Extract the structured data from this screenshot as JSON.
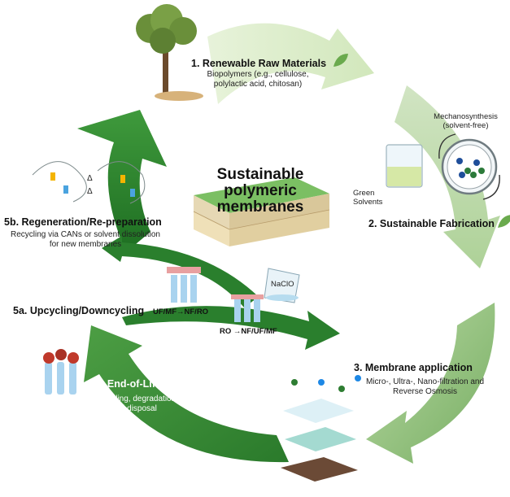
{
  "center": {
    "title": "Sustainable polymeric membranes"
  },
  "steps": {
    "raw": {
      "title": "1.  Renewable Raw Materials",
      "desc": "Biopolymers (e.g., cellulose, polylactic acid, chitosan)"
    },
    "fab": {
      "title": "2. Sustainable Fabrication",
      "mech": "Mechanosynthesis (solvent-free)",
      "solvents": "Green Solvents"
    },
    "app": {
      "title": "3. Membrane application",
      "desc": "Micro-, Ultra-, Nano-filtration and Reverse Osmosis"
    },
    "eol": {
      "title": "4. End-of-Life Challenges",
      "desc": "Fouling, degradation, avoiding landfill disposal"
    },
    "upcycle": {
      "title": "5a. Upcycling/Downcycling",
      "up": "UF/MF→NF/RO",
      "down": "RO →NF/UF/MF",
      "chem": "NaClO"
    },
    "regen": {
      "title": "5b. Regeneration/Re-preparation",
      "desc": "Recycling via CANs or solvent dissolution for new membranes",
      "delta_top": "Δ",
      "delta_bottom": "Δ"
    }
  },
  "colors": {
    "arrow_light": "#c9e3b0",
    "arrow_mid": "#9ccc7e",
    "arrow_dark": "#2e7d32",
    "arrow_darker": "#1f6b23"
  },
  "icons": [
    "tree-icon",
    "leaf-icon",
    "beaker-icon",
    "ball-mill-icon",
    "membrane-block-icon",
    "nanoparticle-icon",
    "filter-layers-icon",
    "fouled-membrane-icon",
    "bottle-icon"
  ]
}
